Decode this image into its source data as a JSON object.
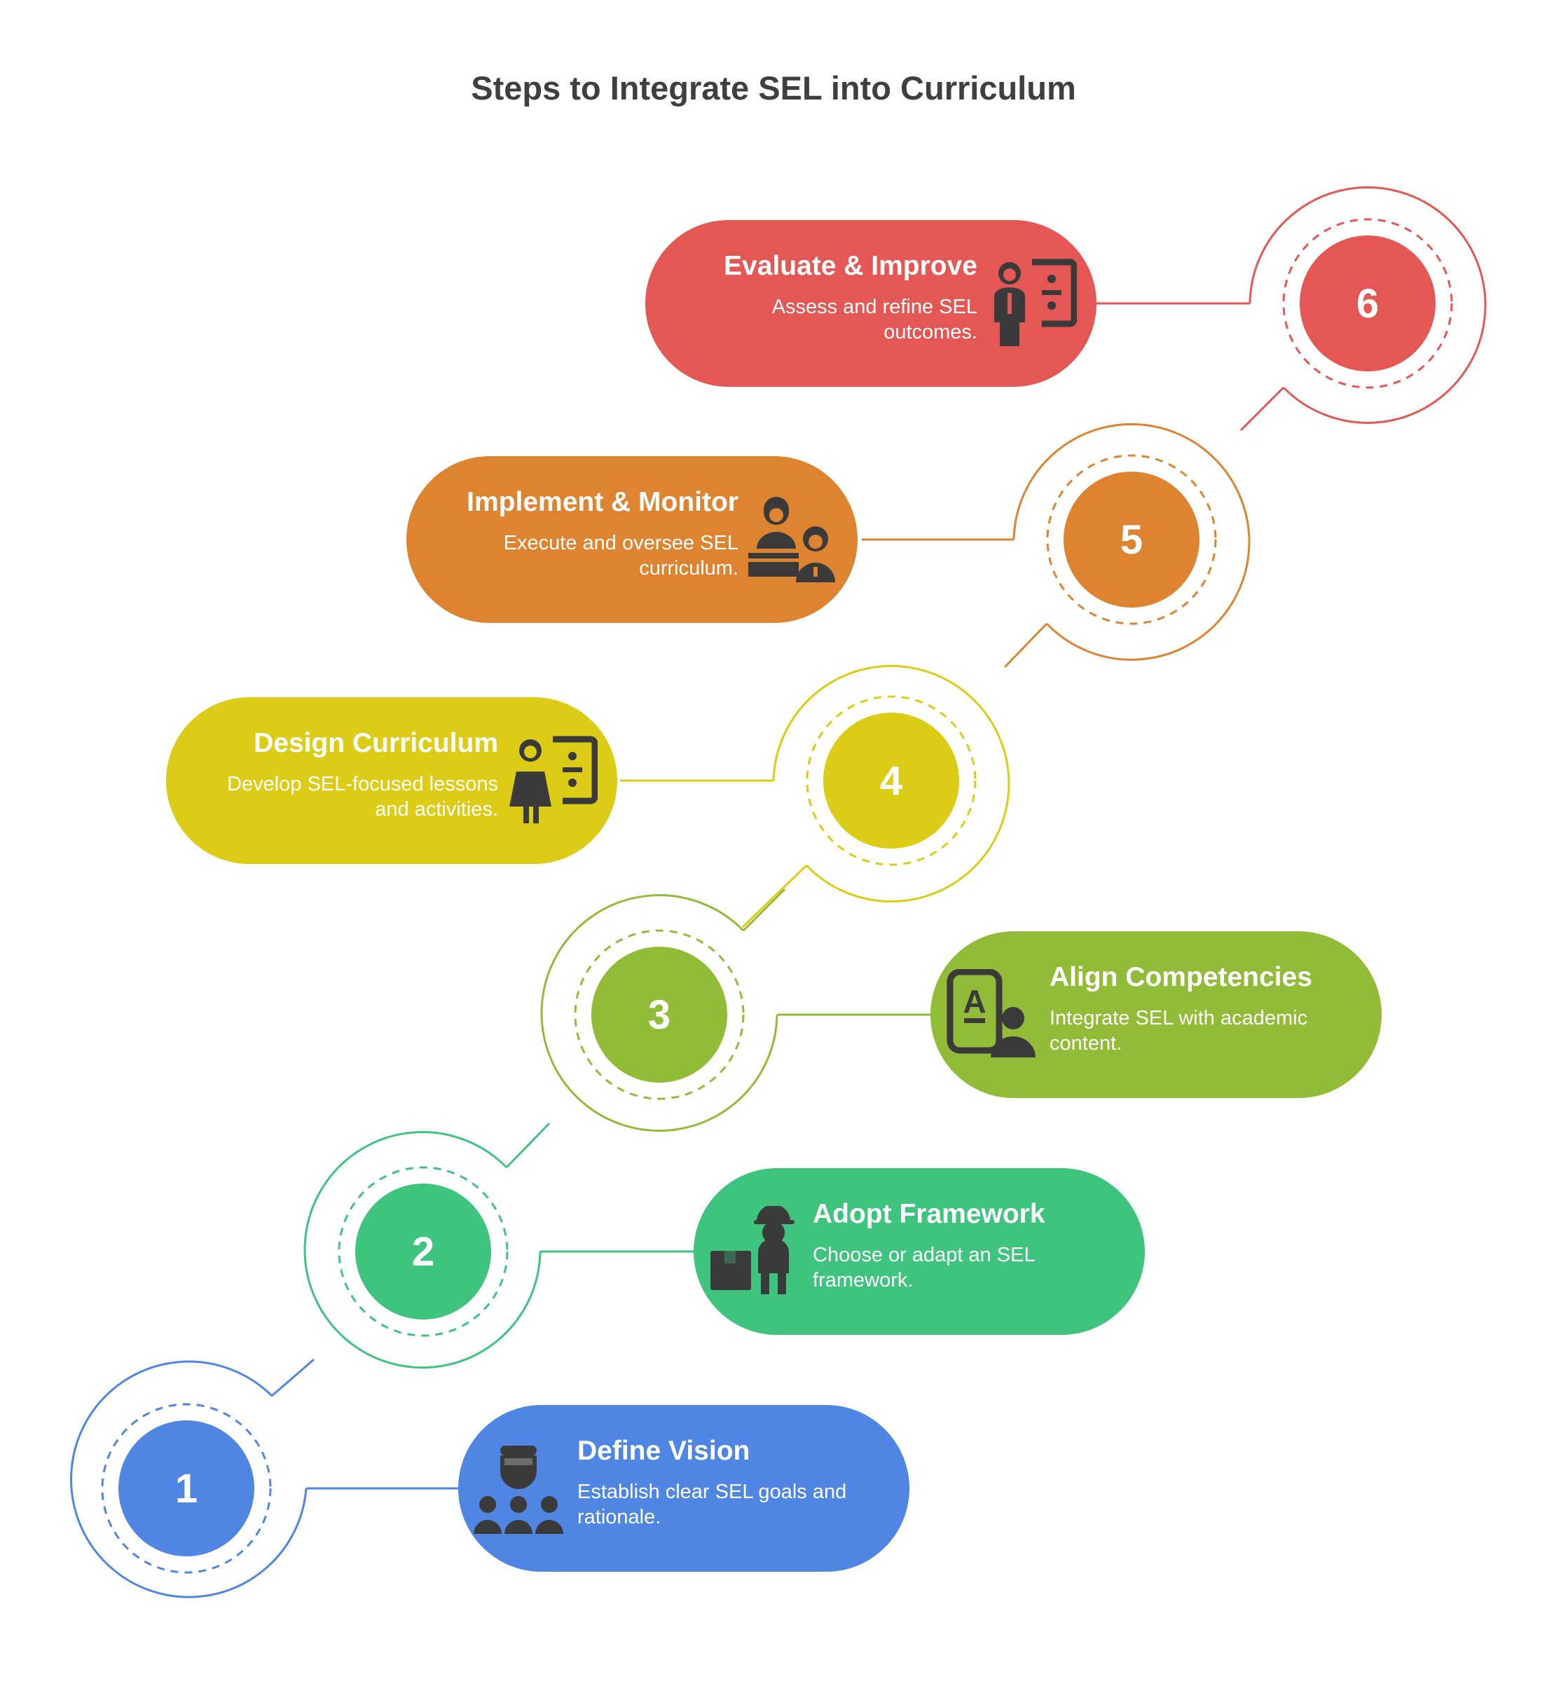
{
  "title": "Steps to Integrate SEL into Curriculum",
  "steps": [
    {
      "number": "1",
      "heading": "Define Vision",
      "description": "Establish clear SEL goals and rationale.",
      "color": "#4f86e4",
      "icon": "group-leader-icon"
    },
    {
      "number": "2",
      "heading": "Adopt Framework",
      "description": "Choose or adapt an SEL framework.",
      "color": "#3ec47e",
      "icon": "worker-with-boxes-icon"
    },
    {
      "number": "3",
      "heading": "Align Competencies",
      "description": "Integrate SEL with academic content.",
      "color": "#92bb38",
      "icon": "learner-letter-board-icon"
    },
    {
      "number": "4",
      "heading": "Design Curriculum",
      "description": "Develop SEL-focused lessons and activities.",
      "color": "#dccc16",
      "icon": "teacher-board-icon"
    },
    {
      "number": "5",
      "heading": "Implement & Monitor",
      "description": "Execute and oversee SEL curriculum.",
      "color": "#de8431",
      "icon": "teacher-student-icon"
    },
    {
      "number": "6",
      "heading": "Evaluate & Improve",
      "description": "Assess and refine SEL outcomes.",
      "color": "#e55754",
      "icon": "presenter-board-icon"
    }
  ]
}
